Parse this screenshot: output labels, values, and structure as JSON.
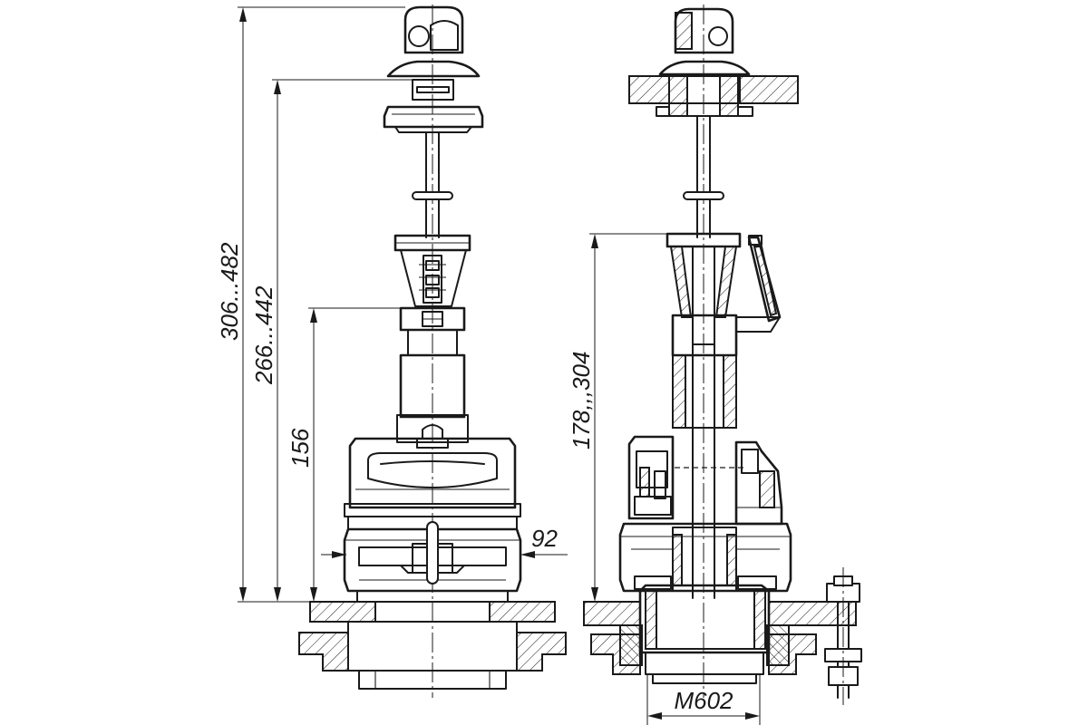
{
  "dimensions": {
    "overall_height": "306...482",
    "mid_height": "266...442",
    "base_height": "156",
    "float_offset": "92",
    "section_height": "178,,,304",
    "thread": "M602"
  }
}
